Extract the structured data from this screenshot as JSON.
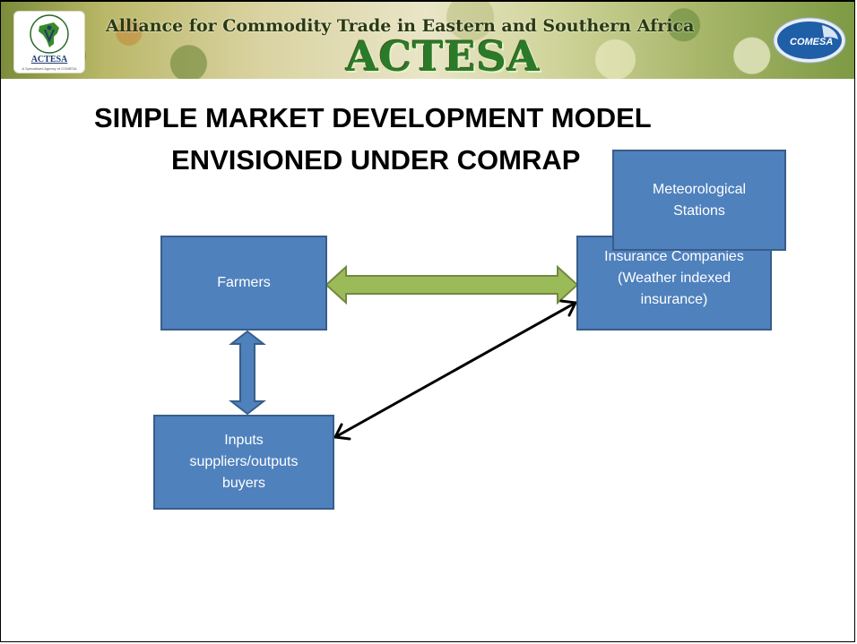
{
  "banner": {
    "title": "Alliance for Commodity Trade in Eastern and Southern Africa",
    "brand": "ACTESA",
    "logo_left_text": "ACTESA",
    "logo_left_subtext": "A Specialised Agency of COMESA",
    "logo_right_text": "COMESA",
    "colors": {
      "banner_green": "#2a7a2a",
      "comesa_blue": "#1f5fa8"
    }
  },
  "slide": {
    "title_line1": "SIMPLE MARKET DEVELOPMENT MODEL",
    "title_line2": "ENVISIONED UNDER COMRAP"
  },
  "diagram": {
    "nodes": {
      "farmers": {
        "label": "Farmers"
      },
      "insurance": {
        "label": "Insurance Companies (Weather indexed insurance)"
      },
      "met": {
        "label": "Meteorological Stations"
      },
      "inputs": {
        "label": "Inputs suppliers/outputs buyers"
      }
    },
    "links": [
      {
        "from": "farmers",
        "to": "insurance",
        "style": "thick-green-double-arrow"
      },
      {
        "from": "farmers",
        "to": "inputs",
        "style": "blue-double-arrow"
      },
      {
        "from": "inputs",
        "to": "insurance",
        "style": "thin-black-double-arrow"
      }
    ],
    "colors": {
      "box_fill": "#4f81bd",
      "box_border": "#385d8a",
      "green_arrow": "#9bbb59",
      "black_arrow": "#000000"
    }
  }
}
